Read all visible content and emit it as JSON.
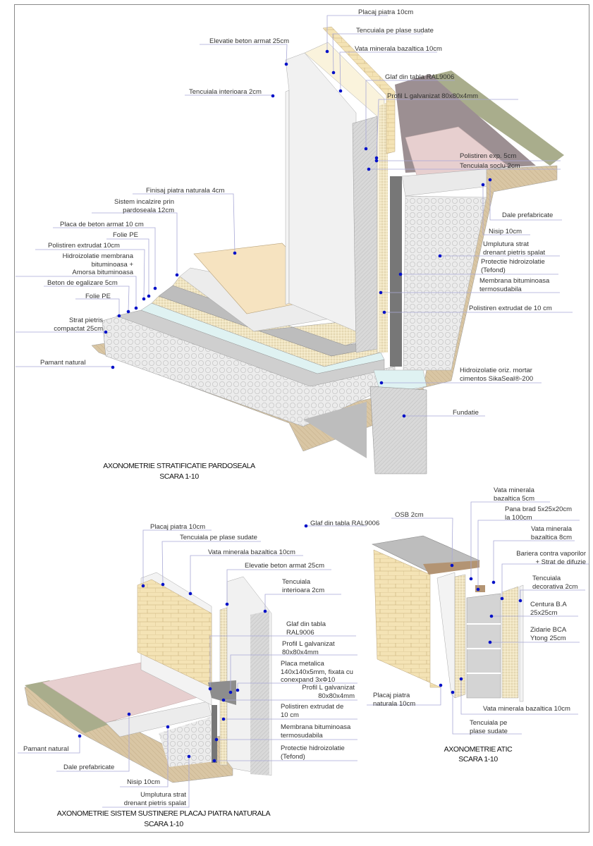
{
  "labels": [
    {
      "text": "Placaj piatra 10cm"
    },
    {
      "text": "Tencuiala pe plase sudate"
    },
    {
      "text": "Elevatie beton armat 25cm"
    },
    {
      "text": "Vata minerala bazaltica 10cm"
    },
    {
      "text": "Tencuiala interioara 2cm"
    },
    {
      "text": "Glaf din tabla RAL9006"
    },
    {
      "text": "Profil L galvanizat 80x80x4mm"
    },
    {
      "text": "Polistiren exp. 5cm"
    },
    {
      "text": "Tencuiala soclu 2cm"
    },
    {
      "text": "Dale prefabricate"
    },
    {
      "text": "Nisip 10cm"
    },
    {
      "text": "Umplutura strat\ndrenant pietris spalat"
    },
    {
      "text": "Protectie hidroizolatie\n(Tefond)"
    },
    {
      "text": "Membrana bituminoasa\ntermosudabila"
    },
    {
      "text": "Polistiren extrudat de 10 cm"
    },
    {
      "text": "Hidroizolatie oriz. mortar\ncimentos SikaSeal®-200"
    },
    {
      "text": "Fundatie"
    },
    {
      "text": "Finisaj piatra naturala 4cm"
    },
    {
      "text": "Sistem incalzire prin\npardoseala 12cm"
    },
    {
      "text": "Placa de beton armat 10 cm"
    },
    {
      "text": "Folie PE"
    },
    {
      "text": "Polistiren extrudat 10cm"
    },
    {
      "text": "Hidroizolatie membrana\nbituminoasa  +\nAmorsa bituminoasa"
    },
    {
      "text": "Beton de egalizare 5cm"
    },
    {
      "text": "Folie PE"
    },
    {
      "text": "Strat pietris\ncompactat 25cm"
    },
    {
      "text": "Pamant natural"
    },
    {
      "text": "Placaj piatra 10cm"
    },
    {
      "text": "Tencuiala pe plase sudate"
    },
    {
      "text": "Vata minerala bazaltica 10cm"
    },
    {
      "text": "Elevatie beton armat 25cm"
    },
    {
      "text": "Tencuiala\ninterioara 2cm"
    },
    {
      "text": "Glaf din tabla RAL9006"
    },
    {
      "text": "Glaf din tabla\nRAL9006"
    },
    {
      "text": "Profil L galvanizat\n80x80x4mm"
    },
    {
      "text": "Placa metalica\n140x140x5mm, fixata cu\nconexpand 3xΦ10"
    },
    {
      "text": "Profil L galvanizat\n80x80x4mm"
    },
    {
      "text": "Polistiren extrudat de\n10 cm"
    },
    {
      "text": "Membrana bituminoasa\ntermosudabila"
    },
    {
      "text": "Protectie hidroizolatie\n(Tefond)"
    },
    {
      "text": "Pamant natural"
    },
    {
      "text": "Dale prefabricate"
    },
    {
      "text": "Nisip 10cm"
    },
    {
      "text": "Umplutura strat\ndrenant pietris spalat"
    },
    {
      "text": "OSB 2cm"
    },
    {
      "text": "Vata minerala\nbazaltica 5cm"
    },
    {
      "text": "Pana brad 5x25x20cm\nla 100cm"
    },
    {
      "text": "Vata minerala\nbazaltica 8cm"
    },
    {
      "text": "Bariera contra vaporilor\n+ Strat de difuzie"
    },
    {
      "text": "Tencuiala\ndecorativa 2cm"
    },
    {
      "text": "Centura B.A\n25x25cm"
    },
    {
      "text": "Zidarie BCA\nYtong 25cm"
    },
    {
      "text": "Placaj piatra\nnaturala 10cm"
    },
    {
      "text": "Vata minerala bazaltica 10cm"
    },
    {
      "text": "Tencuiala pe\nplase sudate"
    }
  ],
  "titles": {
    "pardoseala": {
      "line1": "AXONOMETRIE  STRATIFICATIE PARDOSEALA",
      "line2": "SCARA 1-10"
    },
    "placaj": {
      "line1": "AXONOMETRIE   SISTEM SUSTINERE PLACAJ PIATRA NATURALA",
      "line2": "SCARA 1-10"
    },
    "atic": {
      "line1": "AXONOMETRIE  ATIC",
      "line2": "SCARA 1-10"
    }
  },
  "colors": {
    "leader": "#a9a9d6",
    "dot": "#0010c8",
    "stone": "#f3e2b4",
    "concrete": "#e6e6e6",
    "soil": "#dcc9a8",
    "paver": "#e7cfcf",
    "grass": "#a9ad8c"
  }
}
